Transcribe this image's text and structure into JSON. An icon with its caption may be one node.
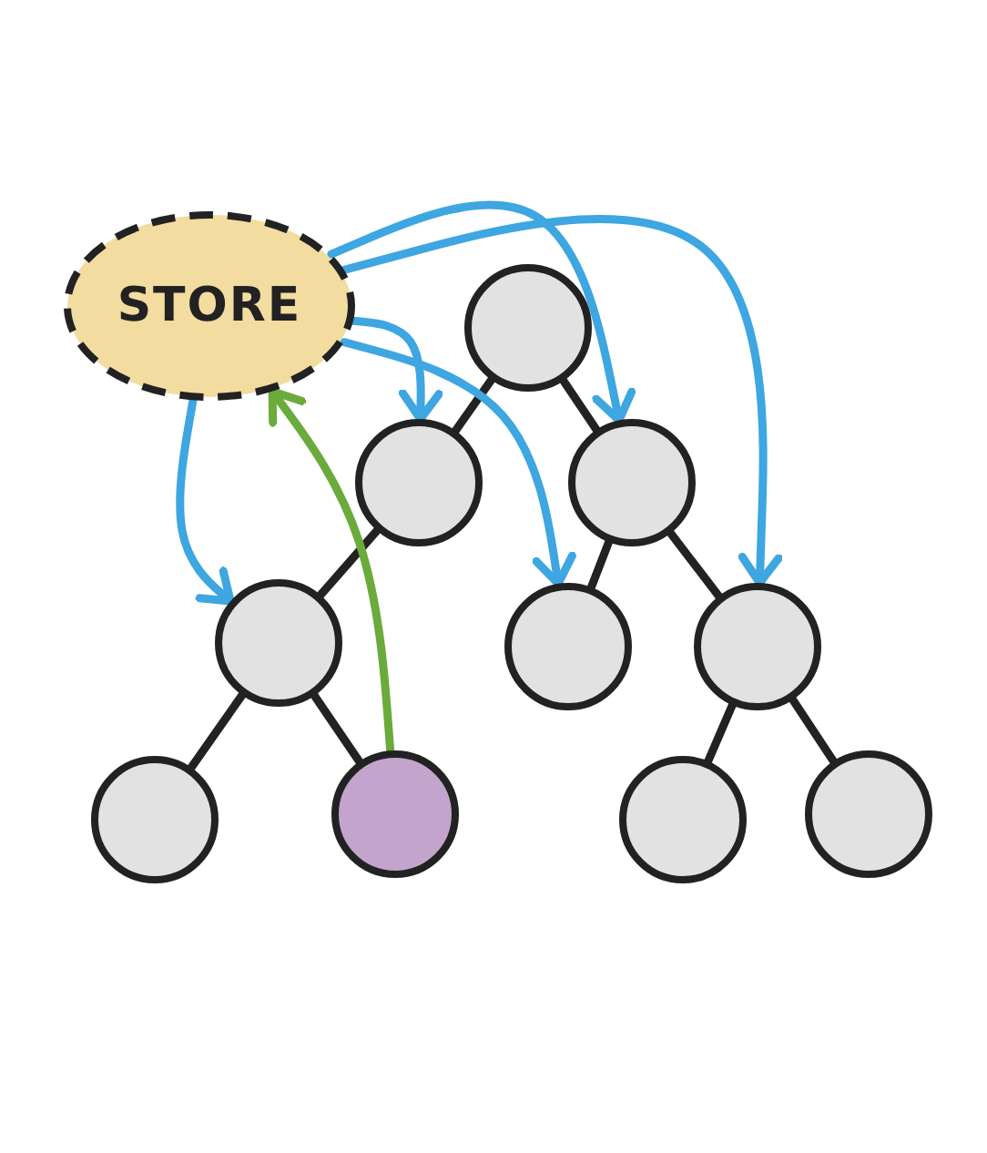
{
  "diagram": {
    "nodes": [
      {
        "text": [
          "STORE"
        ]
      },
      {
        "text": [],
        "shape": "circle"
      },
      {
        "text": [],
        "shape": "circle"
      },
      {
        "text": [],
        "shape": "circle"
      },
      {
        "text": [],
        "shape": "circle"
      },
      {
        "text": [],
        "shape": "circle"
      },
      {
        "text": [],
        "shape": "circle"
      },
      {
        "text": [],
        "shape": "circle"
      },
      {
        "text": [],
        "shape": "circle"
      },
      {
        "text": [],
        "shape": "circle"
      },
      {
        "text": [],
        "shape": "circle"
      }
    ],
    "edges": [
      {
        "from": 1,
        "to": 2,
        "arrow": "none"
      },
      {
        "from": 1,
        "to": 3,
        "arrow": "none"
      },
      {
        "from": 2,
        "to": 4,
        "arrow": "none"
      },
      {
        "from": 3,
        "to": 5,
        "arrow": "none"
      },
      {
        "from": 3,
        "to": 6,
        "arrow": "none"
      },
      {
        "from": 4,
        "to": 7,
        "arrow": "none"
      },
      {
        "from": 4,
        "to": 8,
        "arrow": "none"
      },
      {
        "from": 6,
        "to": 9,
        "arrow": "none"
      },
      {
        "from": 6,
        "to": 10,
        "arrow": "none"
      },
      {
        "from": 0,
        "to": 2,
        "arrow": "to",
        "color": "#3ea6e0"
      },
      {
        "from": 0,
        "to": 5,
        "arrow": "to",
        "color": "#3ea6e0"
      },
      {
        "from": 0,
        "to": 3,
        "arrow": "to",
        "color": "#3ea6e0"
      },
      {
        "from": 0,
        "to": 6,
        "arrow": "to",
        "color": "#3ea6e0"
      },
      {
        "from": 0,
        "to": 4,
        "arrow": "to",
        "color": "#3ea6e0"
      },
      {
        "from": 8,
        "to": 0,
        "arrow": "to",
        "color": "#6aab3c"
      }
    ]
  }
}
